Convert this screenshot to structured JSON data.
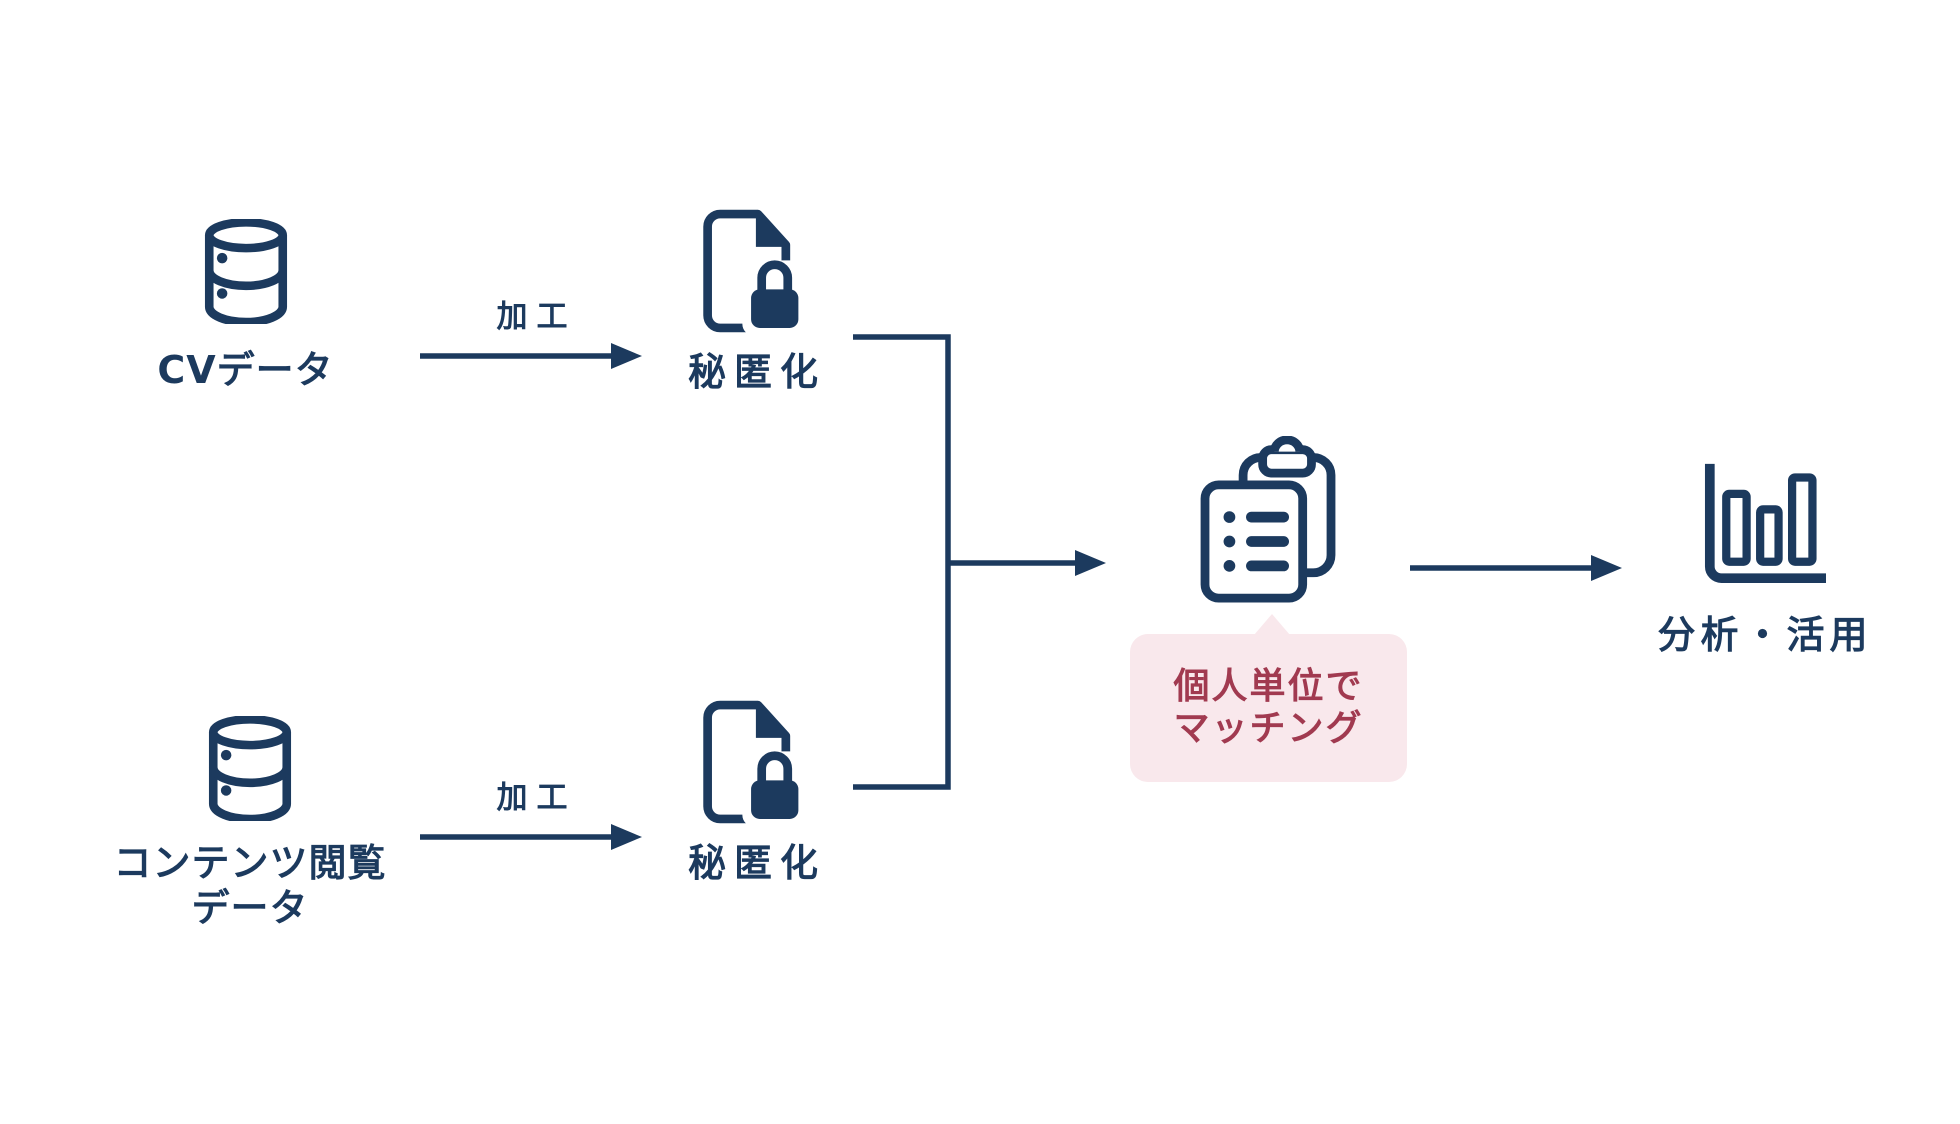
{
  "colors": {
    "icon_navy": "#1C3A5E",
    "callout_bg": "#F9E8EC",
    "callout_text": "#A13A50"
  },
  "nodes": {
    "cv_data": {
      "label": "CVデータ",
      "icon": "database-icon"
    },
    "content_data": {
      "label_line1": "コンテンツ閲覧",
      "label_line2": "データ",
      "icon": "database-icon"
    },
    "anonymize_top": {
      "label": "秘匿化",
      "icon": "document-lock-icon"
    },
    "anonymize_bottom": {
      "label": "秘匿化",
      "icon": "document-lock-icon"
    },
    "matching": {
      "icon": "clipboard-icon"
    },
    "analysis": {
      "label": "分析・活用",
      "icon": "bar-chart-icon"
    }
  },
  "edges": {
    "process_top": {
      "label": "加工"
    },
    "process_bottom": {
      "label": "加工"
    }
  },
  "callout": {
    "line1": "個人単位で",
    "line2": "マッチング"
  }
}
